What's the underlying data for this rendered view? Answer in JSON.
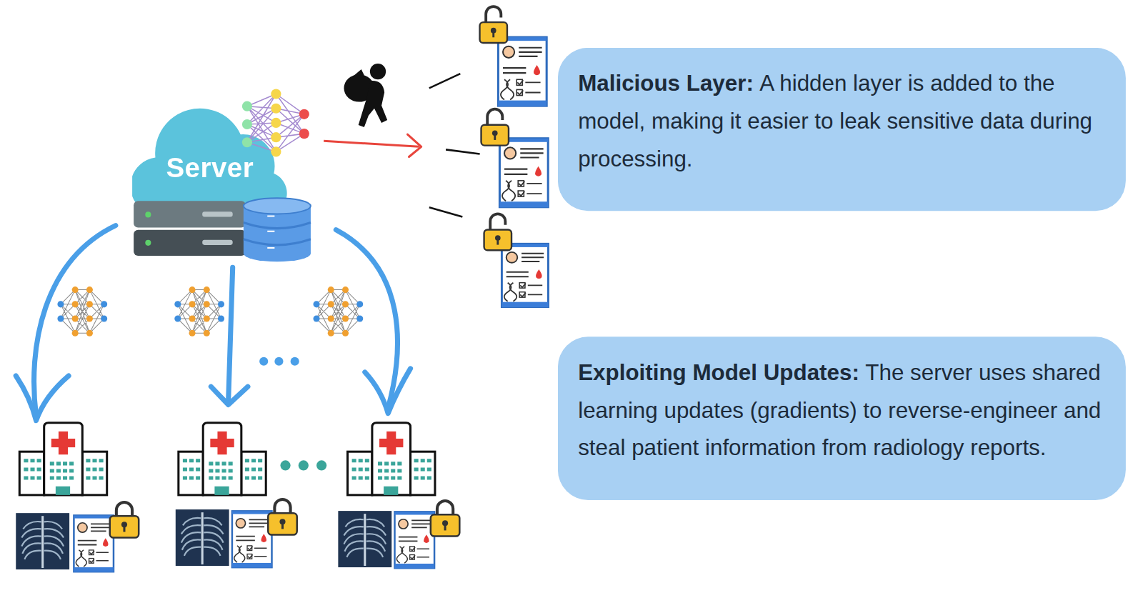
{
  "diagram": {
    "nodes": [
      {
        "text": [
          "Server"
        ]
      },
      {
        "text": [
          "Malicious Layer:",
          "A hidden layer is added to the model, making it easier to leak sensitive data during processing."
        ]
      },
      {
        "text": [
          "Exploiting Model Updates:",
          "The server uses shared learning updates (gradients) to reverse-engineer and steal patient information from radiology reports."
        ]
      }
    ]
  }
}
